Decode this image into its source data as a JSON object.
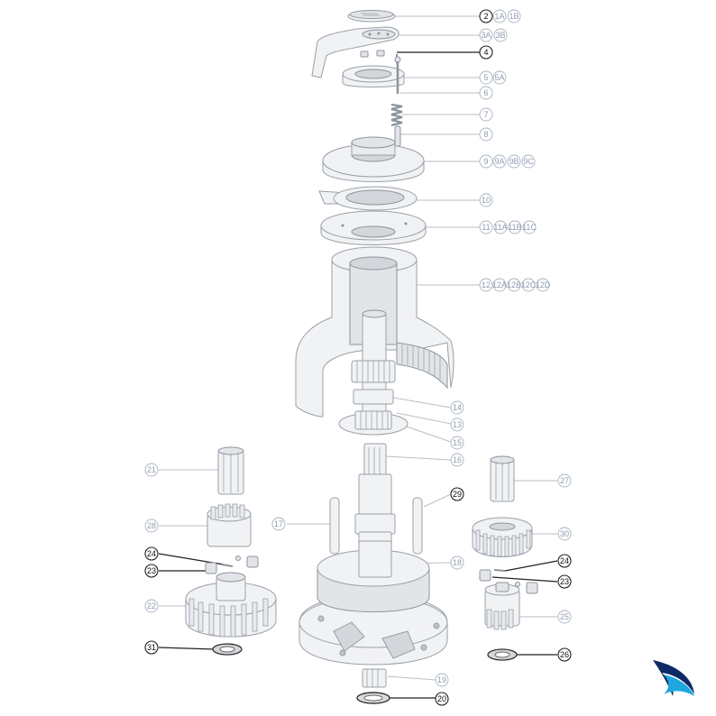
{
  "labels": {
    "l2": "2",
    "l1a": "1A",
    "l1b": "1B",
    "l3a": "3A",
    "l3b": "3B",
    "l4": "4",
    "l5": "5",
    "l5a": "5A",
    "l6": "6",
    "l7": "7",
    "l8": "8",
    "l9": "9",
    "l9a": "9A",
    "l9b": "9B",
    "l9c": "9C",
    "l10": "10",
    "l11": "11",
    "l11a": "11A",
    "l11b": "11B",
    "l11c": "11C",
    "l12": "12",
    "l12a": "12A",
    "l12b": "12B",
    "l12c": "12C",
    "l12d": "12D",
    "l13": "13",
    "l14": "14",
    "l15": "15",
    "l16": "16",
    "l17": "17",
    "l18": "18",
    "l19": "19",
    "l20": "20",
    "l21": "21",
    "l22": "22",
    "l23a": "23",
    "l23b": "23",
    "l24a": "24",
    "l24b": "24",
    "l25": "25",
    "l26": "26",
    "l27": "27",
    "l28": "28",
    "l29": "29",
    "l30": "30",
    "l31": "31"
  },
  "colors": {
    "part_fill": "#f1f2f4",
    "part_stroke": "#9aa0a8",
    "label_ring": "#aab3c2",
    "label_text": "#8f9bb0",
    "emphasis": "#222222",
    "logo_dark": "#0d2a66",
    "logo_light": "#1fa7e0"
  },
  "logo": {
    "icon": "wave-swoosh-logo"
  }
}
